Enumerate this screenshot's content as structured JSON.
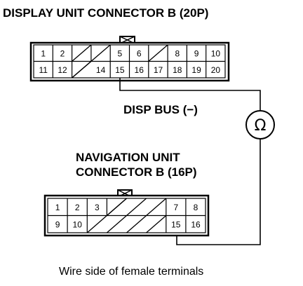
{
  "connector_b20": {
    "title": "DISPLAY UNIT CONNECTOR B (20P)",
    "top_row": [
      "1",
      "2",
      "",
      "",
      "5",
      "6",
      "",
      "8",
      "9",
      "10"
    ],
    "bottom_row": [
      "11",
      "12",
      "",
      "14",
      "15",
      "16",
      "17",
      "18",
      "19",
      "20"
    ]
  },
  "signal_label": "DISP BUS (−)",
  "ohmmeter": {
    "symbol": "Ω",
    "icon": "ohmmeter-icon"
  },
  "connector_b16": {
    "title_line1": "NAVIGATION UNIT",
    "title_line2": "CONNECTOR B (16P)",
    "top_row": [
      "1",
      "2",
      "3",
      "",
      "",
      "",
      "7",
      "8"
    ],
    "bottom_row": [
      "9",
      "10",
      "",
      "",
      "",
      "",
      "15",
      "16"
    ]
  },
  "caption": "Wire side of female terminals"
}
